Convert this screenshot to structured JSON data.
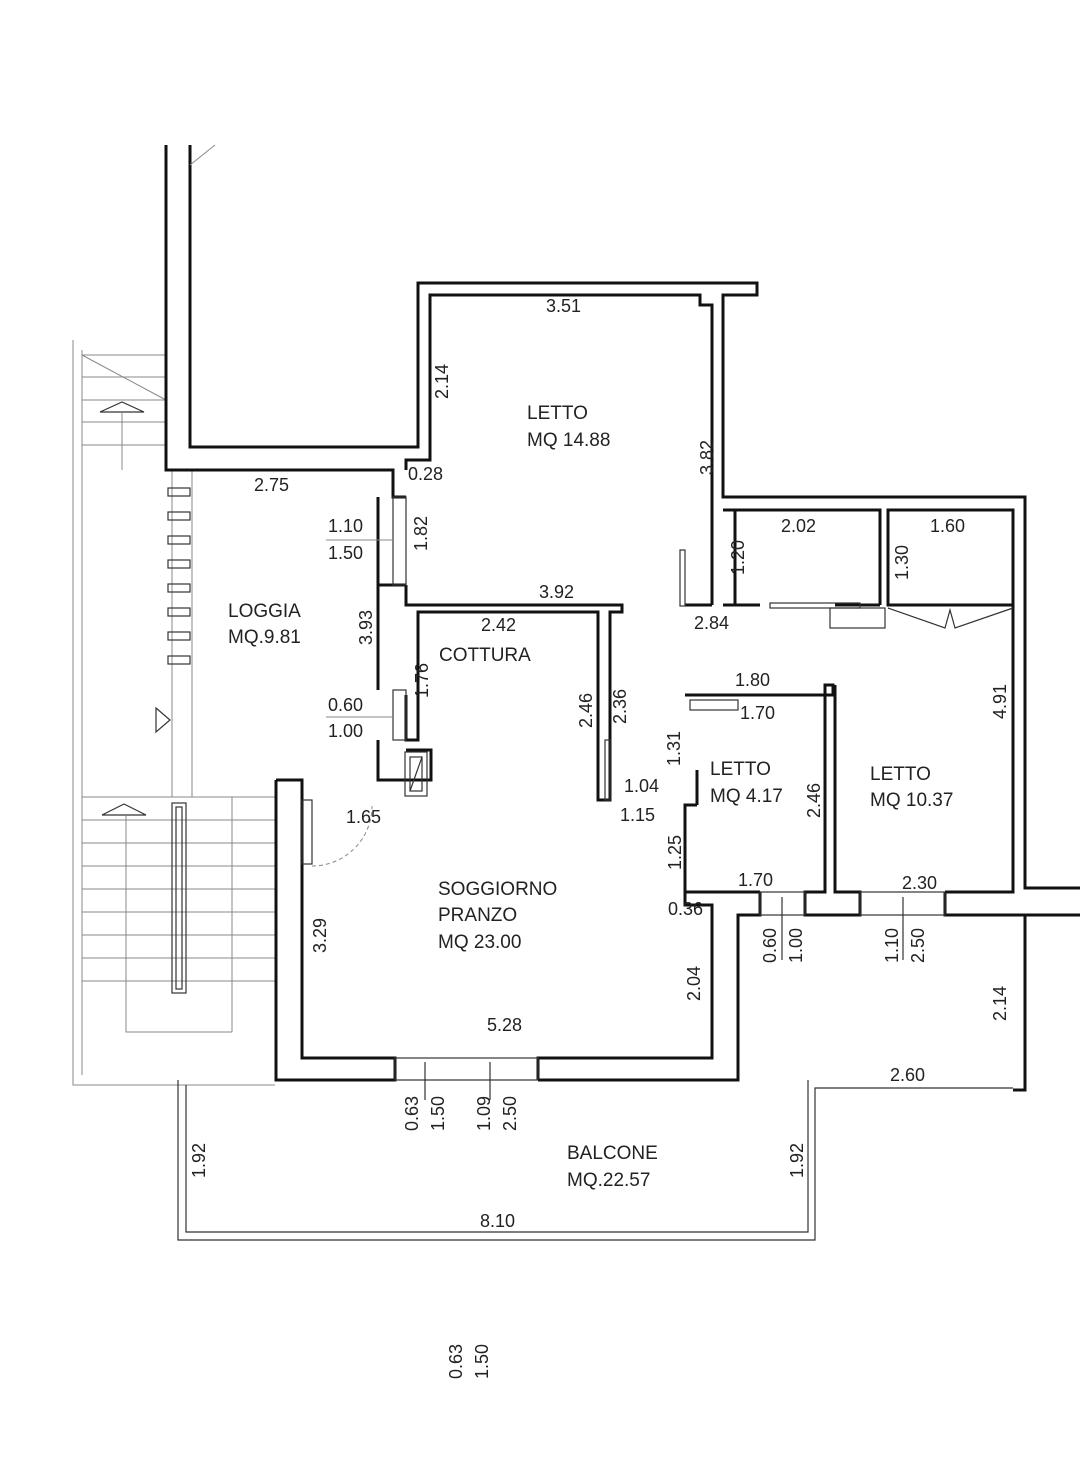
{
  "rooms": [
    {
      "name": "LETTO",
      "area": "MQ 14.88"
    },
    {
      "name": "LOGGIA",
      "area": "MQ.9.81"
    },
    {
      "name": "COTTURA"
    },
    {
      "name": "SOGGIORNO",
      "name2": "PRANZO",
      "area": "MQ 23.00"
    },
    {
      "name": "LETTO",
      "area": "MQ 4.17"
    },
    {
      "name": "LETTO",
      "area": "MQ 10.37"
    },
    {
      "name": "BALCONE",
      "area": "MQ.22.57"
    }
  ],
  "dims": {
    "d351": "3.51",
    "d214a": "2.14",
    "d382": "3.82",
    "d028": "0.28",
    "d275": "2.75",
    "d110a": "1.10",
    "d150a": "1.50",
    "d182": "1.82",
    "d392": "3.92",
    "d242": "2.42",
    "d393": "3.93",
    "d176": "1.76",
    "d060a": "0.60",
    "d100a": "1.00",
    "d246a": "2.46",
    "d236": "2.36",
    "d104": "1.04",
    "d115": "1.15",
    "d165": "1.65",
    "d202": "2.02",
    "d160": "1.60",
    "d120": "1.20",
    "d130": "1.30",
    "d284": "2.84",
    "d180": "1.80",
    "d170a": "1.70",
    "d131": "1.31",
    "d125": "1.25",
    "d246b": "2.46",
    "d491": "4.91",
    "d170b": "1.70",
    "d230": "2.30",
    "d036": "0.36",
    "d060b": "0.60",
    "d100b": "1.00",
    "d110b": "1.10",
    "d250a": "2.50",
    "d214b": "2.14",
    "d329": "3.29",
    "d204": "2.04",
    "d528": "5.28",
    "d260": "2.60",
    "d063a": "0.63",
    "d150b": "1.50",
    "d109": "1.09",
    "d250b": "2.50",
    "d192a": "1.92",
    "d192b": "1.92",
    "d810": "8.10",
    "d063c": "0.63",
    "d150c": "1.50"
  }
}
